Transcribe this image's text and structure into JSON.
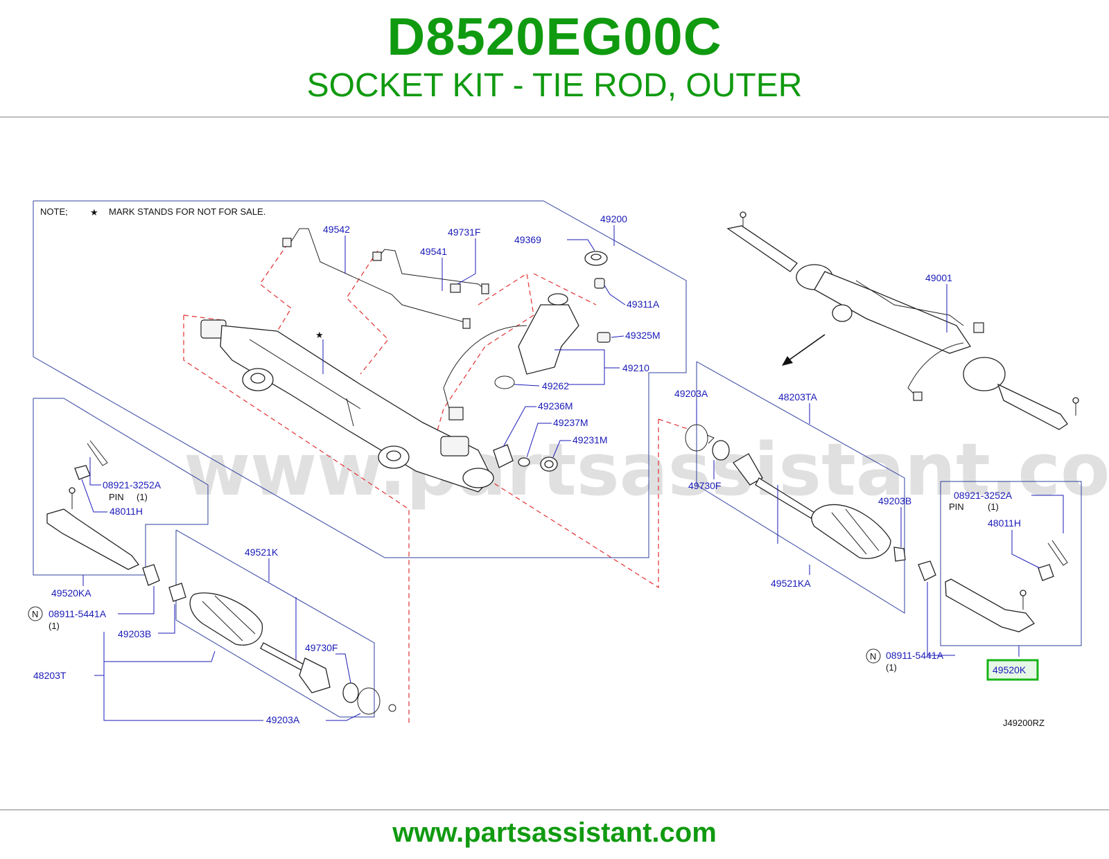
{
  "header": {
    "part_number": "D8520EG00C",
    "description": "SOCKET KIT - TIE ROD, OUTER"
  },
  "diagram": {
    "note": "NOTE;",
    "note_text": "MARK   STANDS   FOR   NOT   FOR   SALE.",
    "watermark": "www.partsassistant.com",
    "drawing_code": "J49200RZ",
    "highlight_color": "#18b418",
    "labels": {
      "p49542": "49542",
      "p49731F": "49731F",
      "p49541": "49541",
      "p49369": "49369",
      "p49200": "49200",
      "p49311A": "49311A",
      "p49325M": "49325M",
      "p49210": "49210",
      "p49262": "49262",
      "p49236M": "49236M",
      "p49237M": "49237M",
      "p49231M": "49231M",
      "p49001": "49001",
      "p49203A_r": "49203A",
      "p48203TA": "48203TA",
      "p49730F_r": "49730F",
      "p49203B_r": "49203B",
      "p49521KA": "49521KA",
      "p08921_l": "08921-3252A",
      "pin_l": "PIN",
      "pin_l_qty": "(1)",
      "p48011H_l": "48011H",
      "p49520KA": "49520KA",
      "n_l": "N",
      "p08911_l": "08911-5441A",
      "p08911_l_qty": "(1)",
      "p49203B_l": "49203B",
      "p48203T": "48203T",
      "p49521K": "49521K",
      "p49730F_l": "49730F",
      "p49203A_l": "49203A",
      "p08921_r": "08921-3252A",
      "pin_r": "PIN",
      "pin_r_qty": "(1)",
      "p48011H_r": "48011H",
      "n_r": "N",
      "p08911_r": "08911-5441A",
      "p08911_r_qty": "(1)",
      "p49520K": "49520K"
    }
  },
  "footer": {
    "url": "www.partsassistant.com"
  }
}
